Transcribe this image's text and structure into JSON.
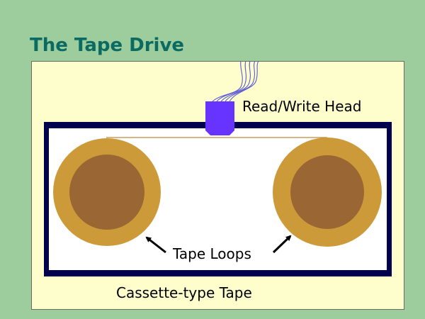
{
  "slide": {
    "title": "The Tape Drive"
  },
  "diagram": {
    "labels": {
      "head": "Read/Write Head",
      "loops": "Tape Loops",
      "cassette": "Cassette-type Tape"
    },
    "colors": {
      "background": "#9dcd9d",
      "title": "#0b6b62",
      "panel": "#fefecc",
      "cassette_frame": "#00004e",
      "cassette_inner": "#ffffff",
      "reel_outer": "#cd9a3a",
      "reel_inner": "#9a6634",
      "head": "#6633ff",
      "wires": "#5b5bd6",
      "tape": "#c08a3a"
    }
  }
}
